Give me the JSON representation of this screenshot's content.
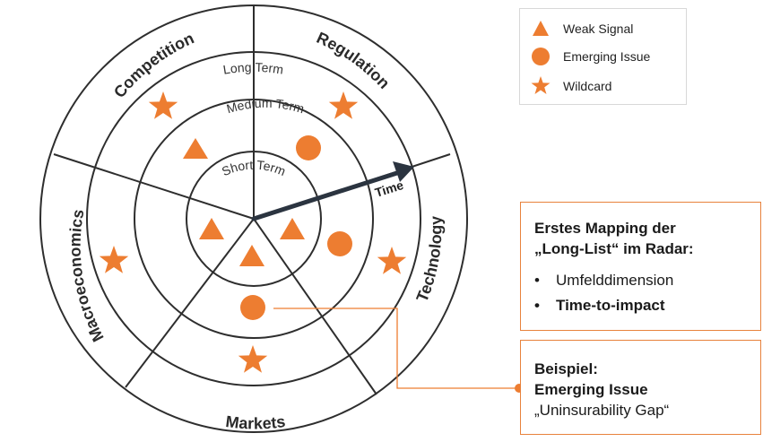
{
  "radar": {
    "segments": [
      "Competition",
      "Regulation",
      "Technology",
      "Markets",
      "Macroeconomics"
    ],
    "rings": [
      "Long Term",
      "Medium Term",
      "Short Term"
    ],
    "time_label": "Time"
  },
  "legend": [
    {
      "symbol": "triangle",
      "label": "Weak Signal"
    },
    {
      "symbol": "circle",
      "label": "Emerging Issue"
    },
    {
      "symbol": "star",
      "label": "Wildcard"
    }
  ],
  "box1": {
    "title_line1": "Erstes Mapping der",
    "title_line2": "„Long-List“ im Radar:",
    "items": [
      "Umfelddimension",
      "Time-to-impact"
    ]
  },
  "box2": {
    "title_line1": "Beispiel:",
    "title_line2": "Emerging Issue",
    "subtitle": "„Uninsurability Gap“"
  },
  "colors": {
    "accent": "#ed7d31",
    "line": "#2e2e2e",
    "arrow": "#2b3440"
  }
}
